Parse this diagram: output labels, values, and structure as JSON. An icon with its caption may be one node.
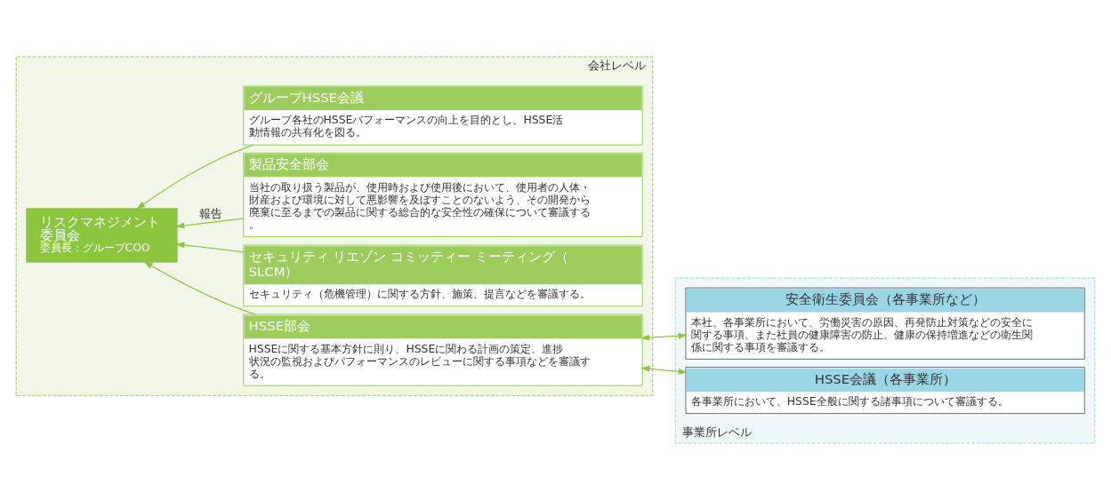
{
  "diagram": {
    "nodes": [
      {
        "text": [
          "会社レベル"
        ]
      },
      {
        "text": [
          "リスクマネジメント委員会",
          "委員長：グループCOO"
        ],
        "in": 0
      },
      {
        "text": [
          "グループHSSE会議",
          "グループ各社のHSSEパフォーマンスの向上を目的とし、HSSE活動情報の共有化を図る。"
        ],
        "in": 0
      },
      {
        "text": [
          "製品安全部会",
          "当社の取り扱う製品が、使用時および使用後において、使用者の人体・財産および環境に対して悪影響を及ぼすことのないよう、その開発から廃棄に至るまでの製品に関する総合的な安全性の確保について審議する。"
        ],
        "in": 0
      },
      {
        "text": [
          "セキュリティ リエゾン コミッティー ミーティング（SLCM）",
          "セキュリティ（危機管理）に関する方針、施策、提言などを審議する。"
        ],
        "in": 0
      },
      {
        "text": [
          "HSSE部会",
          "HSSEに関する基本方針に則り、HSSEに関わる計画の策定、進捗状況の監視およびパフォーマンスのレビューに関する事項などを審議する。"
        ],
        "in": 0
      },
      {
        "text": [
          "事業所レベル"
        ]
      },
      {
        "text": [
          "安全衛生委員会（各事業所など）",
          "本社、各事業所において、労働災害の原因、再発防止対策などの安全に関する事項、また社員の健康障害の防止、健康の保持増進などの衛生関係に関する事項を審議する。"
        ],
        "in": 6
      },
      {
        "text": [
          "HSSE会議（各事業所）",
          "各事業所において、HSSE全般に関する諸事項について審議する。"
        ],
        "in": 6
      }
    ],
    "edges": [
      {
        "from": 2,
        "to": 1,
        "arrow": "to"
      },
      {
        "from": 3,
        "to": 1,
        "arrow": "to",
        "label": "報告"
      },
      {
        "from": 4,
        "to": 1,
        "arrow": "to"
      },
      {
        "from": 5,
        "to": 1,
        "arrow": "to"
      },
      {
        "from": 7,
        "to": 5,
        "arrow": "both"
      },
      {
        "from": 8,
        "to": 5,
        "arrow": "both"
      }
    ]
  }
}
